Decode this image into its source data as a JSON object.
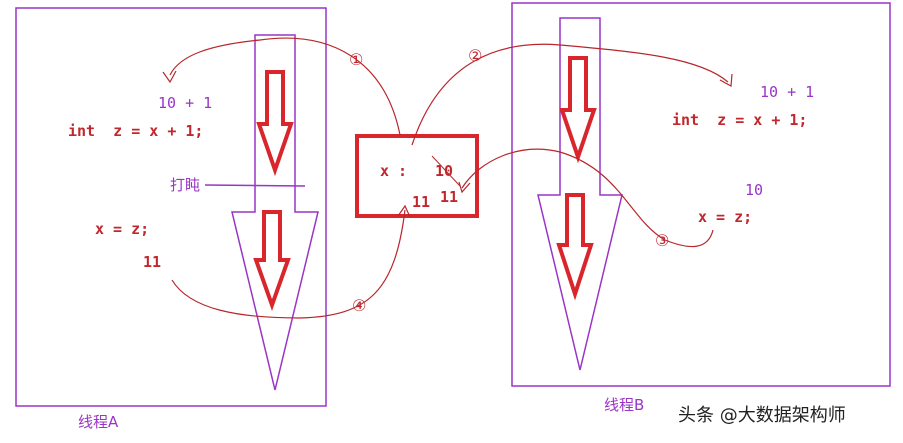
{
  "thread_a": {
    "title": "线程A",
    "code_value": "10 + 1",
    "code_assign": "int  z = x + 1;",
    "interrupt_label": "打盹",
    "code_write": "x = z;",
    "write_value": "11"
  },
  "thread_b": {
    "title": "线程B",
    "code_value": "10 + 1",
    "code_assign": "int  z = x + 1;",
    "write_value": "10",
    "code_write": "x = z;"
  },
  "memory": {
    "label": "x :",
    "old_value": "10",
    "overwrite_b": "11",
    "overwrite_a": "11"
  },
  "steps": [
    "①",
    "②",
    "③",
    "④"
  ],
  "watermark": "头条 @大数据架构师",
  "colors": {
    "code_red": "#c0282e",
    "thread_purple": "#9a35c6",
    "box_red": "#d8262c",
    "arrow_red": "#d8262c",
    "curve_red": "#b8262c"
  }
}
